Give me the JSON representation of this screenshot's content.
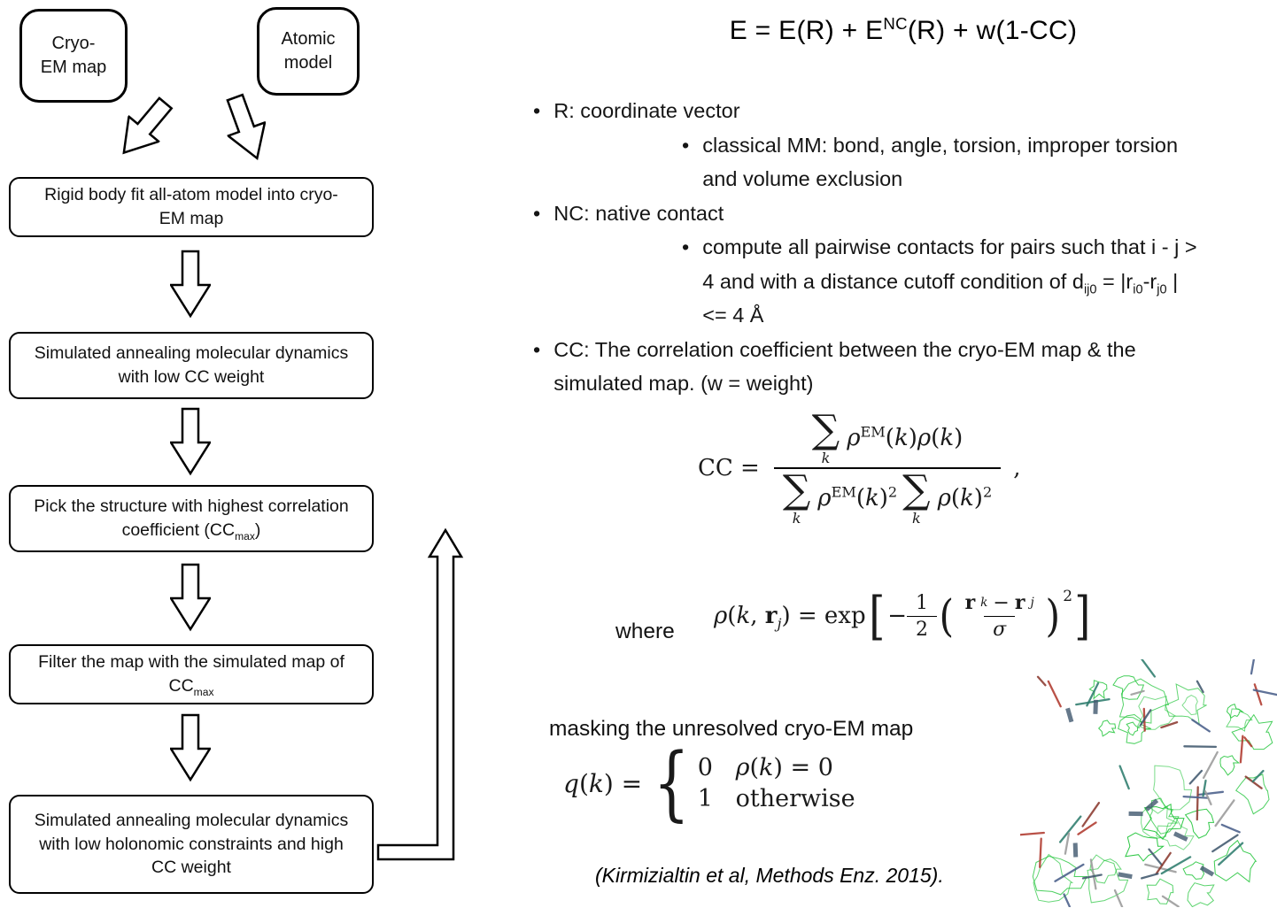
{
  "bullets_meta": {
    "marker": "•"
  },
  "flowchart": {
    "inputs": [
      {
        "rich": [
          {
            "t": "Cryo-"
          },
          {
            "br": true
          },
          {
            "t": "EM map"
          }
        ]
      },
      {
        "rich": [
          {
            "t": "Atomic"
          },
          {
            "br": true
          },
          {
            "t": "model"
          }
        ]
      }
    ],
    "steps": [
      {
        "rich": [
          {
            "t": "Rigid body fit all-atom model into cryo-EM map"
          }
        ]
      },
      {
        "rich": [
          {
            "t": "Simulated annealing molecular dynamics with low CC weight"
          }
        ]
      },
      {
        "rich": [
          {
            "t": "Pick the structure with highest correlation coefficient (CC"
          },
          {
            "t": "max",
            "sub": true
          },
          {
            "t": ")"
          }
        ]
      },
      {
        "rich": [
          {
            "t": "Filter the map with the simulated map of CC"
          },
          {
            "t": "max",
            "sub": true
          }
        ]
      },
      {
        "rich": [
          {
            "t": "Simulated annealing molecular dynamics with low holonomic constraints and high CC weight"
          }
        ]
      }
    ]
  },
  "main_equation": {
    "rich": [
      {
        "t": "E = E(R) + E"
      },
      {
        "t": "NC",
        "sup": true
      },
      {
        "t": "(R) + w(1-CC)"
      }
    ]
  },
  "bullets": [
    {
      "level": 1,
      "rich": [
        {
          "t": "R: coordinate vector"
        }
      ]
    },
    {
      "level": 2,
      "rich": [
        {
          "t": "classical MM: bond, angle, torsion, improper torsion and volume exclusion"
        }
      ]
    },
    {
      "level": 1,
      "rich": [
        {
          "t": "NC: native contact"
        }
      ]
    },
    {
      "level": 2,
      "rich": [
        {
          "t": "compute all pairwise contacts for pairs such that i - j > 4 and with a distance cutoff condition of d"
        },
        {
          "t": "ij0",
          "sub": true
        },
        {
          "t": " = |r"
        },
        {
          "t": "i0",
          "sub": true
        },
        {
          "t": "-r"
        },
        {
          "t": "j0",
          "sub": true
        },
        {
          "t": " | <= 4 Å"
        }
      ]
    },
    {
      "level": 1,
      "rich": [
        {
          "t": "CC: The correlation coefficient between the cryo-EM map & the simulated map. (w = weight)"
        }
      ]
    }
  ],
  "cc_formula": {
    "lhs": "CC =",
    "sigma": "∑",
    "idx": "k",
    "num_expr": [
      {
        "t": "ρ",
        "it": true
      },
      {
        "t": "EM",
        "sup": true
      },
      {
        "t": "("
      },
      {
        "t": "k",
        "it": true
      },
      {
        "t": ")"
      },
      {
        "t": "ρ",
        "it": true
      },
      {
        "t": "("
      },
      {
        "t": "k",
        "it": true
      },
      {
        "t": ")"
      }
    ],
    "den_expr1": [
      {
        "t": "ρ",
        "it": true
      },
      {
        "t": "EM",
        "sup": true
      },
      {
        "t": "("
      },
      {
        "t": "k",
        "it": true
      },
      {
        "t": ")"
      },
      {
        "t": "2",
        "sup": true
      }
    ],
    "den_expr2": [
      {
        "t": "ρ",
        "it": true
      },
      {
        "t": "("
      },
      {
        "t": "k",
        "it": true
      },
      {
        "t": ")"
      },
      {
        "t": "2",
        "sup": true
      }
    ],
    "comma": ","
  },
  "where_formula": {
    "label": "where",
    "lhs": [
      {
        "t": "ρ",
        "it": true
      },
      {
        "t": "("
      },
      {
        "t": "k",
        "it": true
      },
      {
        "t": ", "
      },
      {
        "t": "r",
        "bold": true
      },
      {
        "t": "j",
        "sub": true,
        "it": true
      },
      {
        "t": ") = exp"
      }
    ],
    "open_bracket": "[",
    "minus": "−",
    "half_num": "1",
    "half_den": "2",
    "open_paren": "(",
    "diff_num": [
      {
        "t": "r",
        "bold": true
      },
      {
        "t": "k",
        "sub": true,
        "it": true
      },
      {
        "t": " − "
      },
      {
        "t": "r",
        "bold": true
      },
      {
        "t": "j",
        "sub": true,
        "it": true
      }
    ],
    "diff_den": [
      {
        "t": "σ",
        "it": true
      }
    ],
    "close_paren": ")",
    "sq": "2",
    "close_bracket": "]"
  },
  "masking_text": "masking the unresolved cryo-EM map",
  "mask_formula": {
    "lhs": [
      {
        "t": "q",
        "it": true
      },
      {
        "t": "("
      },
      {
        "t": "k",
        "it": true
      },
      {
        "t": ") = "
      }
    ],
    "brace": "{",
    "row1": [
      {
        "t": "0   "
      },
      {
        "t": "ρ",
        "it": true
      },
      {
        "t": "("
      },
      {
        "t": "k",
        "it": true
      },
      {
        "t": ") = 0"
      }
    ],
    "row2": [
      {
        "t": "1   otherwise"
      }
    ]
  },
  "citation": "(Kirmizialtin et al, Methods Enz. 2015).",
  "molecule_image": {
    "mesh_color": "#1ec437",
    "stick_colors": [
      "#8b3a2f",
      "#40586e",
      "#2e7d6e",
      "#9a9a9a",
      "#b03a2e",
      "#4a5f8a"
    ]
  }
}
